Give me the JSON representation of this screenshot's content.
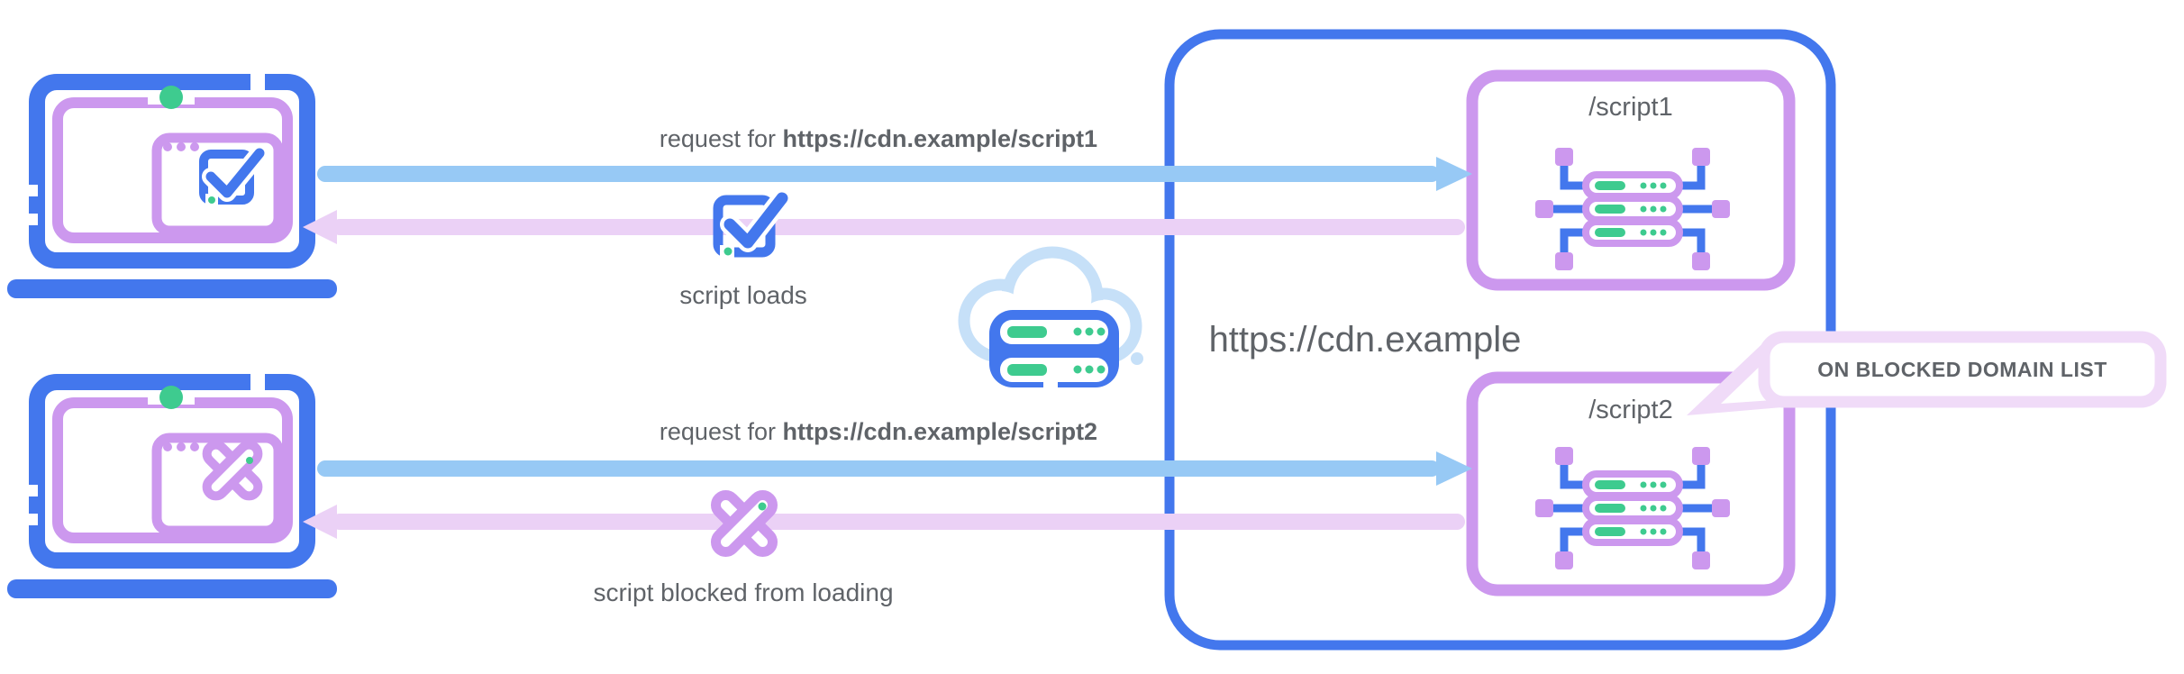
{
  "colors": {
    "blue": "#4377ED",
    "light_blue": "#97C9F5",
    "cloud_blue": "#C6E0F8",
    "purple": "#CC98EE",
    "light_purple": "#EBD1F6",
    "callout_border": "#F0DBF8",
    "green": "#3ECB8F",
    "text": "#5F6368"
  },
  "client_rows": [
    {
      "request_prefix": "request for ",
      "request_url": "https://cdn.example/script1",
      "result": "script loads"
    },
    {
      "request_prefix": "request for ",
      "request_url": "https://cdn.example/script2",
      "result": "script blocked from loading"
    }
  ],
  "cdn": {
    "label": "https://cdn.example",
    "endpoints": [
      {
        "label": "/script1"
      },
      {
        "label": "/script2"
      }
    ],
    "callout": "ON BLOCKED DOMAIN LIST"
  },
  "icons": [
    "laptop-icon",
    "browser-window-icon",
    "check-square-icon",
    "blocked-x-icon",
    "cloud-server-icon",
    "server-node-icon",
    "request-arrow",
    "response-arrow",
    "speech-bubble-callout"
  ]
}
